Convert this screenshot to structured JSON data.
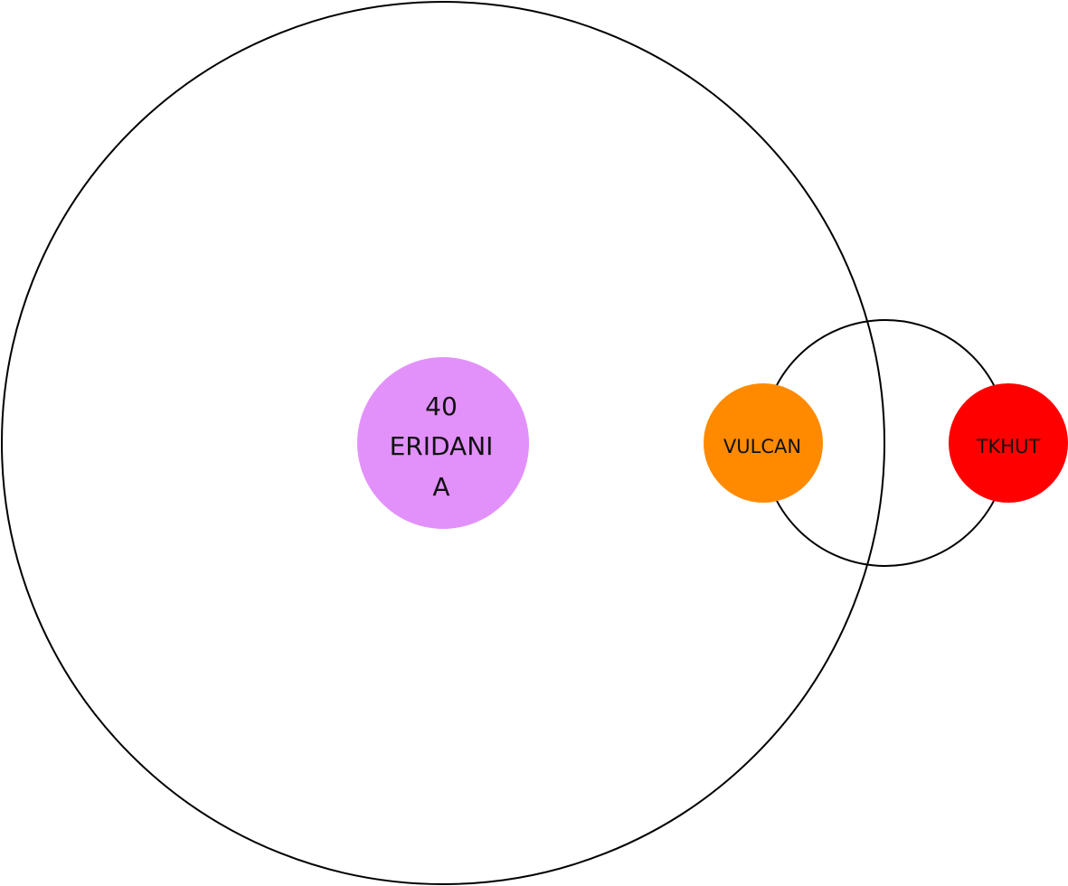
{
  "star": {
    "label_lines": [
      "40",
      "ERIDANI",
      "A"
    ],
    "color": "#e291fb"
  },
  "planets": [
    {
      "label": "VULCAN",
      "color": "#ff8a00"
    },
    {
      "label": "TKHUT",
      "color": "#ff0000"
    }
  ],
  "orbit_color": "#000000"
}
